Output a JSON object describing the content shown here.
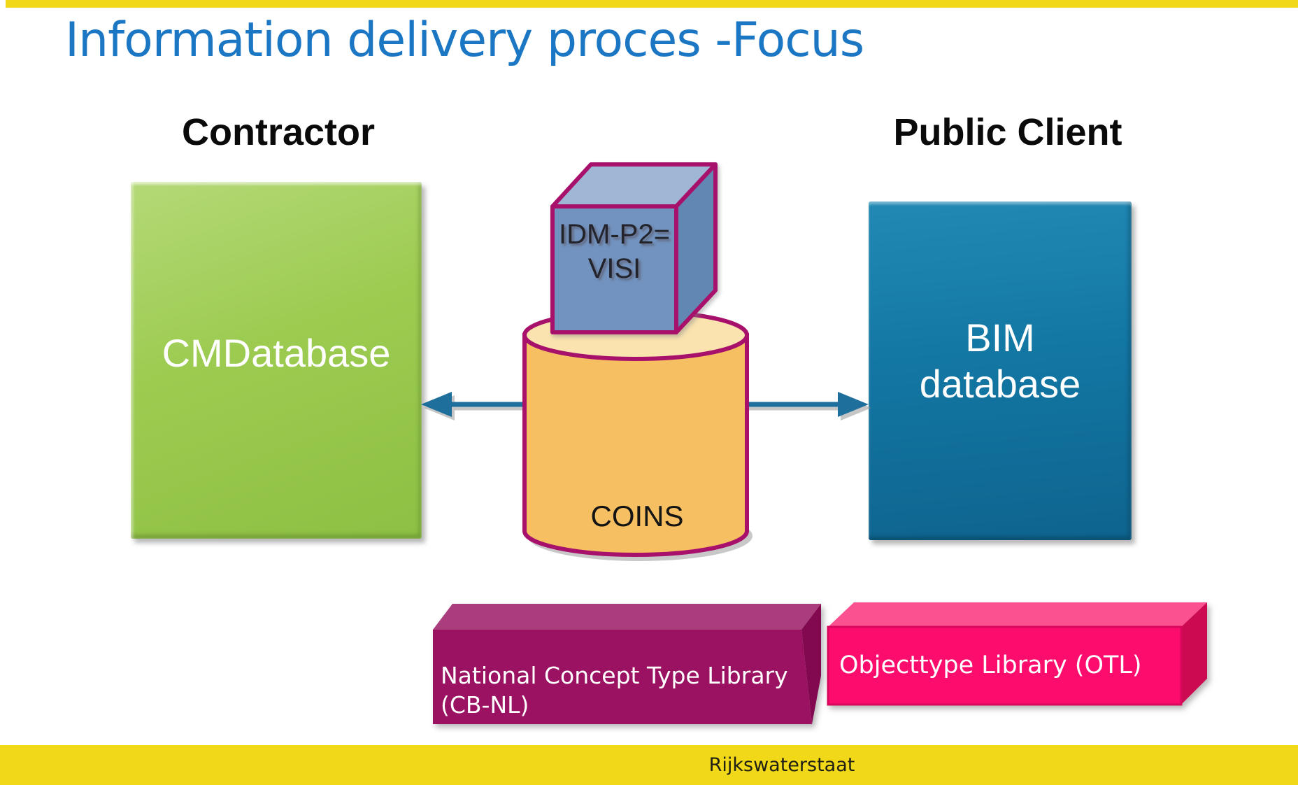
{
  "slide": {
    "title": "Information delivery proces -Focus",
    "footer_brand": "Rijkswaterstaat"
  },
  "actors": {
    "contractor": "Contractor",
    "public_client": "Public Client"
  },
  "diagram": {
    "cm_database": {
      "label": "CMDatabase"
    },
    "bim_database": {
      "line1": "BIM",
      "line2": "database"
    },
    "idm_cube": {
      "line1": "IDM-P2=",
      "line2": "VISI"
    },
    "coins": {
      "label": "COINS"
    },
    "cbnl": {
      "label": "National Concept Type Library (CB-NL)"
    },
    "otl": {
      "label": "Objecttype Library (OTL)"
    },
    "connector": {
      "type": "double-headed-arrow"
    }
  },
  "colors": {
    "accent_yellow": "#F1D818",
    "title_blue": "#1B76C4",
    "green_box": "#9CCB50",
    "blue_box": "#1377A4",
    "cube_front": "#7293BF",
    "cylinder_orange": "#F5BF62",
    "outline_magenta": "#A8116B",
    "cbnl_magenta": "#9B1262",
    "otl_pink": "#FB0C6D",
    "arrow_teal": "#1F6F9C"
  }
}
